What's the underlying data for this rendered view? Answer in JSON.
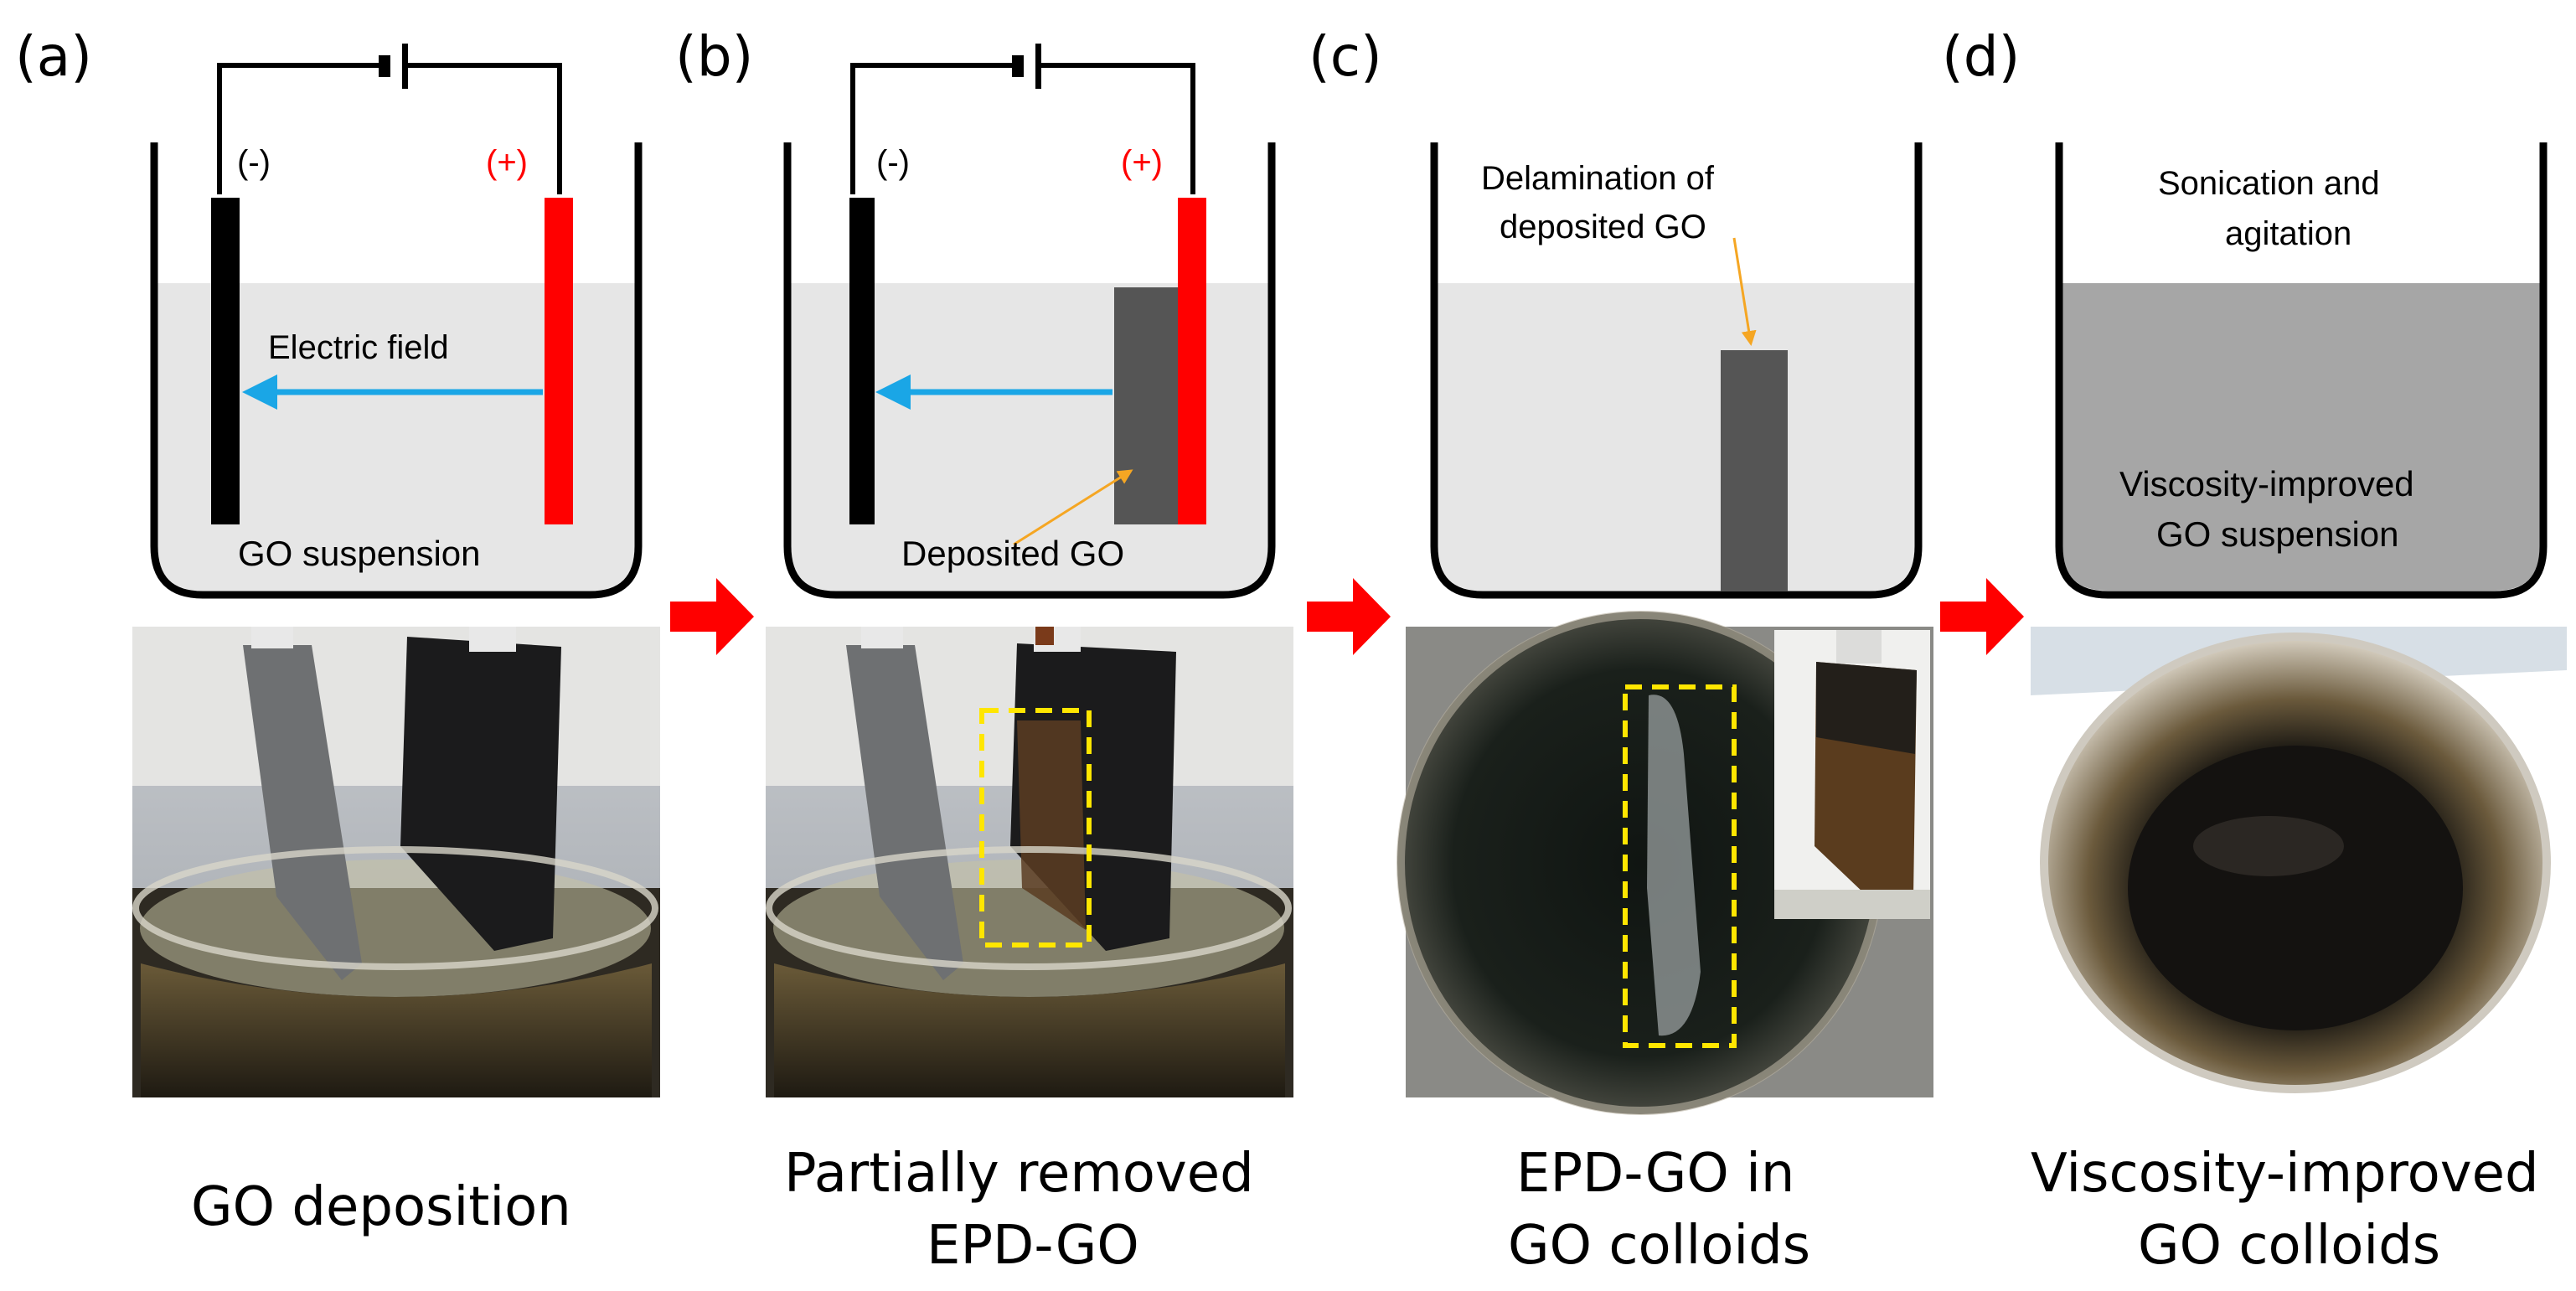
{
  "panels": [
    {
      "letter": "(a)",
      "neg": "(-)",
      "pos": "(+)",
      "annotation": "Electric field",
      "liquid_label": "GO suspension",
      "caption_line1": "GO deposition",
      "caption_line2": ""
    },
    {
      "letter": "(b)",
      "neg": "(-)",
      "pos": "(+)",
      "annotation": "Deposited GO",
      "caption_line1": "Partially removed",
      "caption_line2": "EPD-GO"
    },
    {
      "letter": "(c)",
      "annotation_line1": "Delamination of",
      "annotation_line2": "deposited GO",
      "caption_line1": "EPD-GO in",
      "caption_line2": "GO colloids"
    },
    {
      "letter": "(d)",
      "annotation_line1": "Sonication and",
      "annotation_line2": "agitation",
      "liquid_label_line1": "Viscosity-improved",
      "liquid_label_line2": "GO suspension",
      "caption_line1": "Viscosity-improved",
      "caption_line2": "GO colloids"
    }
  ],
  "colors": {
    "anode": "#ff0000",
    "cathode": "#000000",
    "field_arrow": "#1aa6e6",
    "annotation_arrow": "#f5a623",
    "suspension": "#e6e6e6",
    "improved_suspension": "#a6a6a6",
    "deposit": "#555555",
    "highlight_box": "#ffe600",
    "process_arrow": "#ff0000"
  }
}
